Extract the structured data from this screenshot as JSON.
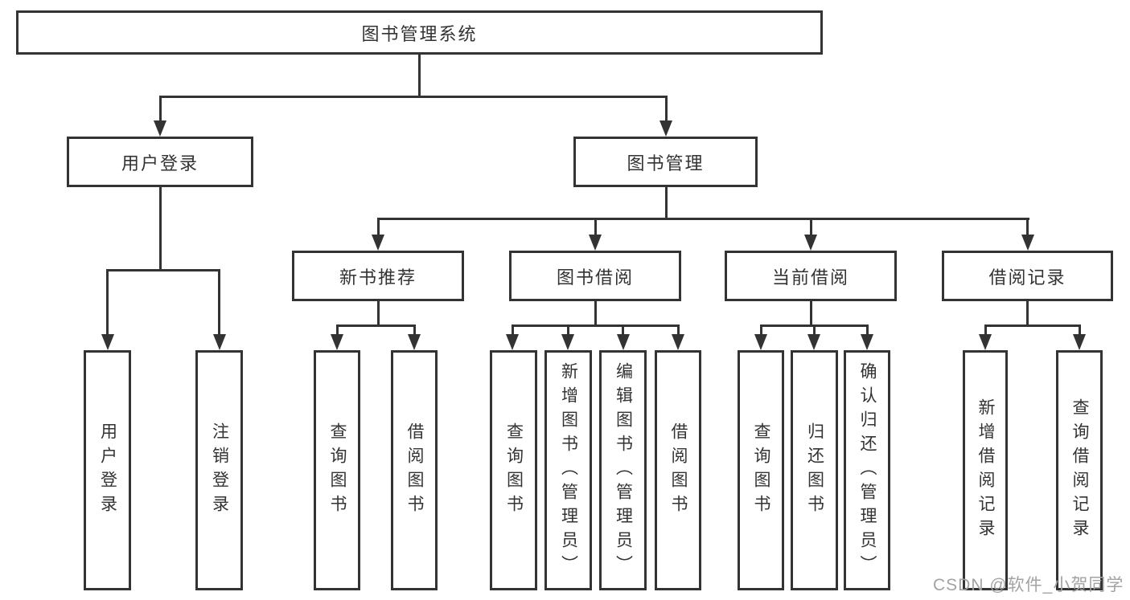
{
  "diagram": {
    "root": {
      "label": "图书管理系统"
    },
    "level2": [
      {
        "label": "用户登录"
      },
      {
        "label": "图书管理"
      }
    ],
    "level3": [
      {
        "label": "新书推荐"
      },
      {
        "label": "图书借阅"
      },
      {
        "label": "当前借阅"
      },
      {
        "label": "借阅记录"
      }
    ],
    "leaves": {
      "user": [
        "用户登录",
        "注销登录"
      ],
      "recommend": [
        "查询图书",
        "借阅图书"
      ],
      "borrow": [
        "查询图书",
        "新增图书（管理员）",
        "编辑图书（管理员）",
        "借阅图书"
      ],
      "current": [
        "查询图书",
        "归还图书",
        "确认归还（管理员）"
      ],
      "records": [
        "新增借阅记录",
        "查询借阅记录"
      ]
    }
  },
  "watermark": {
    "text": "CSDN @软件_小贺同学",
    "color": "#a3a3a3"
  },
  "colors": {
    "line": "#333333",
    "text": "#333333",
    "background": "#ffffff"
  }
}
